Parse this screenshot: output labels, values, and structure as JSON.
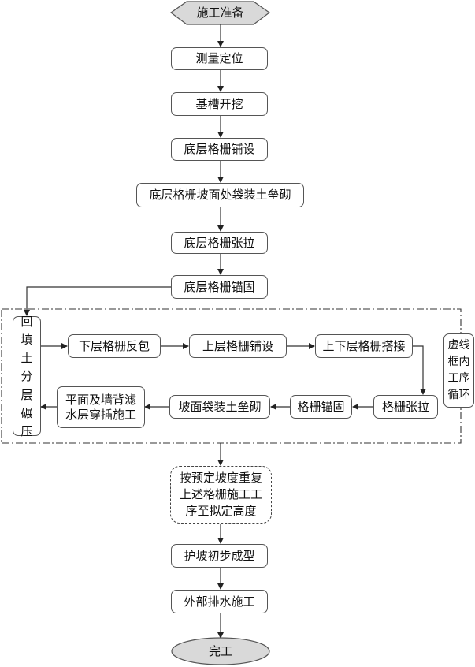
{
  "start": {
    "label": "施工准备",
    "fill": "#d9d9d9"
  },
  "steps": [
    {
      "id": "survey",
      "label": "测量定位"
    },
    {
      "id": "excavation",
      "label": "基槽开挖"
    },
    {
      "id": "bottom-grid-lay",
      "label": "底层格栅铺设"
    },
    {
      "id": "bottom-slope-bag",
      "label": "底层格栅坡面处袋装土垒砌"
    },
    {
      "id": "bottom-tension",
      "label": "底层格栅张拉"
    },
    {
      "id": "bottom-anchor",
      "label": "底层格栅锚固"
    }
  ],
  "loop": {
    "backfill": [
      "回",
      "填",
      "土",
      "分",
      "层",
      "碾",
      "压"
    ],
    "lower_wrap": "下层格栅反包",
    "upper_lay": "上层格栅铺设",
    "overlap": "上下层格栅搭接",
    "tension": "格栅张拉",
    "anchor": "格栅锚固",
    "slope_bag": "坡面袋装土垒砌",
    "filter_lines": [
      "平面及墙背滤",
      "水层穿插施工"
    ],
    "note_lines": [
      "虚线",
      "框内",
      "工序",
      "循环"
    ]
  },
  "repeat": {
    "lines": [
      "按预定坡度重复",
      "上述格栅施工工",
      "序至拟定高度"
    ]
  },
  "finish_steps": [
    {
      "id": "slope-formed",
      "label": "护坡初步成型"
    },
    {
      "id": "drainage",
      "label": "外部排水施工"
    }
  ],
  "end": {
    "label": "完工",
    "fill": "#d9d9d9"
  },
  "colors": {
    "line": "#333333",
    "border": "#555555"
  }
}
